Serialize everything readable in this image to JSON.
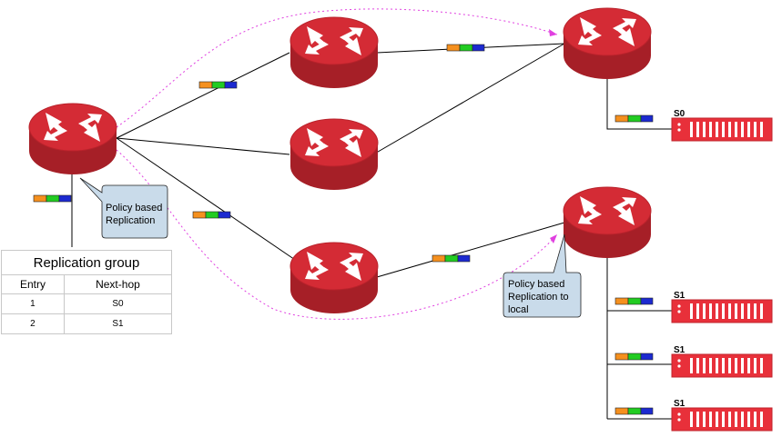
{
  "callouts": {
    "ingress": [
      "Policy based",
      "Replication"
    ],
    "egress": [
      "Policy based",
      "Replication to",
      "local"
    ]
  },
  "servers": {
    "s0": "S0",
    "s1a": "S1",
    "s1b": "S1",
    "s1c": "S1"
  },
  "replication_table": {
    "title": "Replication group",
    "headers": [
      "Entry",
      "Next-hop"
    ],
    "rows": [
      {
        "entry": "1",
        "next_hop": "S0"
      },
      {
        "entry": "2",
        "next_hop": "S1"
      }
    ]
  },
  "colors": {
    "router_red": "#d42b35",
    "router_dark": "#9e1c24",
    "path_magenta": "#e040e0",
    "packet_orange": "#f5901e",
    "packet_green": "#22cc22",
    "packet_blue": "#1c2ad0",
    "callout_fill": "#c9dbea"
  },
  "icons": [
    "router-icon",
    "server-rack-icon",
    "packet-icon"
  ]
}
